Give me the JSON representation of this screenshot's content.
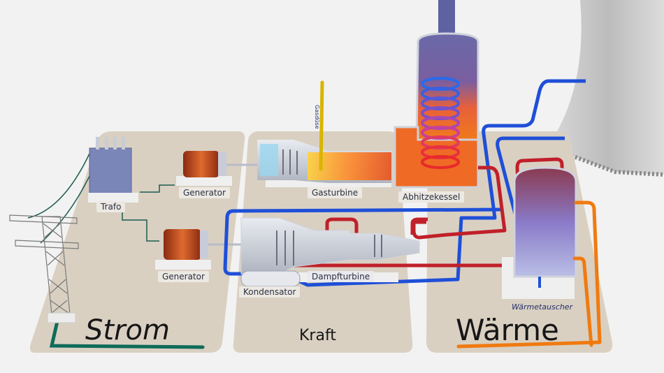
{
  "diagram": {
    "title_zones": {
      "strom": "Strom",
      "kraft": "Kraft",
      "waerme": "Wärme"
    },
    "components": {
      "trafo": "Trafo",
      "generator_top": "Generator",
      "generator_bottom": "Generator",
      "gasturbine": "Gasturbine",
      "abhitzekessel": "Abhitzekessel",
      "dampfturbine": "Dampfturbine",
      "kondensator": "Kondensator",
      "waermetauscher": "Wärmetauscher",
      "gas_pipe_label": "Gasdüse"
    },
    "colors": {
      "platform": "#d9d0c2",
      "background": "#f2f2f2",
      "hot_pipe": "#c0202a",
      "cold_pipe": "#1f4fd8",
      "grid_line": "#0f6b5a",
      "heat_line": "#f07a10",
      "gas_pipe": "#d8b400"
    }
  }
}
